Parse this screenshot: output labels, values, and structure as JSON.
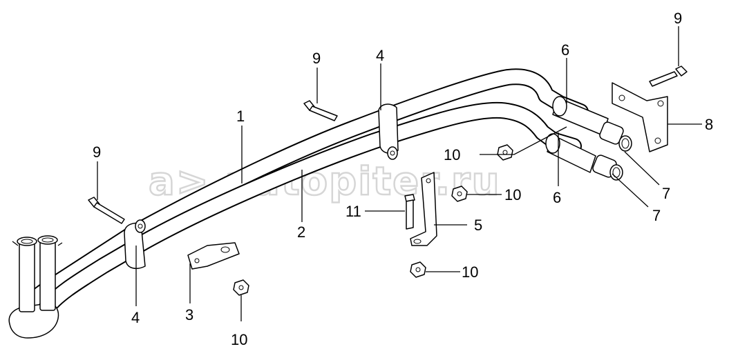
{
  "watermark": "a> autopiter.ru",
  "callouts": [
    "1",
    "2",
    "3",
    "4",
    "4",
    "5",
    "6",
    "6",
    "7",
    "7",
    "8",
    "9",
    "9",
    "9",
    "10",
    "10",
    "10",
    "10",
    "11"
  ]
}
